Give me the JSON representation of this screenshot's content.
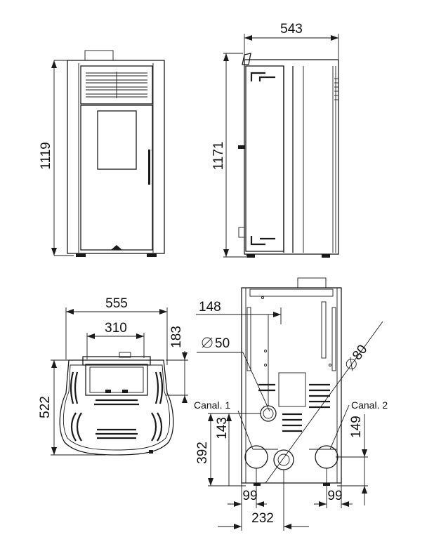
{
  "front_view": {
    "height_label": "1119"
  },
  "side_view": {
    "width_label": "543",
    "height_label": "1171"
  },
  "top_view": {
    "width_label": "555",
    "inner_width_label": "310",
    "offset_label": "183",
    "depth_label": "522"
  },
  "rear_view": {
    "pipe_offset_label": "148",
    "diameter_50": "50",
    "diameter_80": "80",
    "canal_1": "Canal. 1",
    "canal_2": "Canal. 2",
    "height_143": "143",
    "height_392": "392",
    "height_149": "149",
    "bottom_left_99": "99",
    "bottom_right_99": "99",
    "bottom_232": "232"
  }
}
